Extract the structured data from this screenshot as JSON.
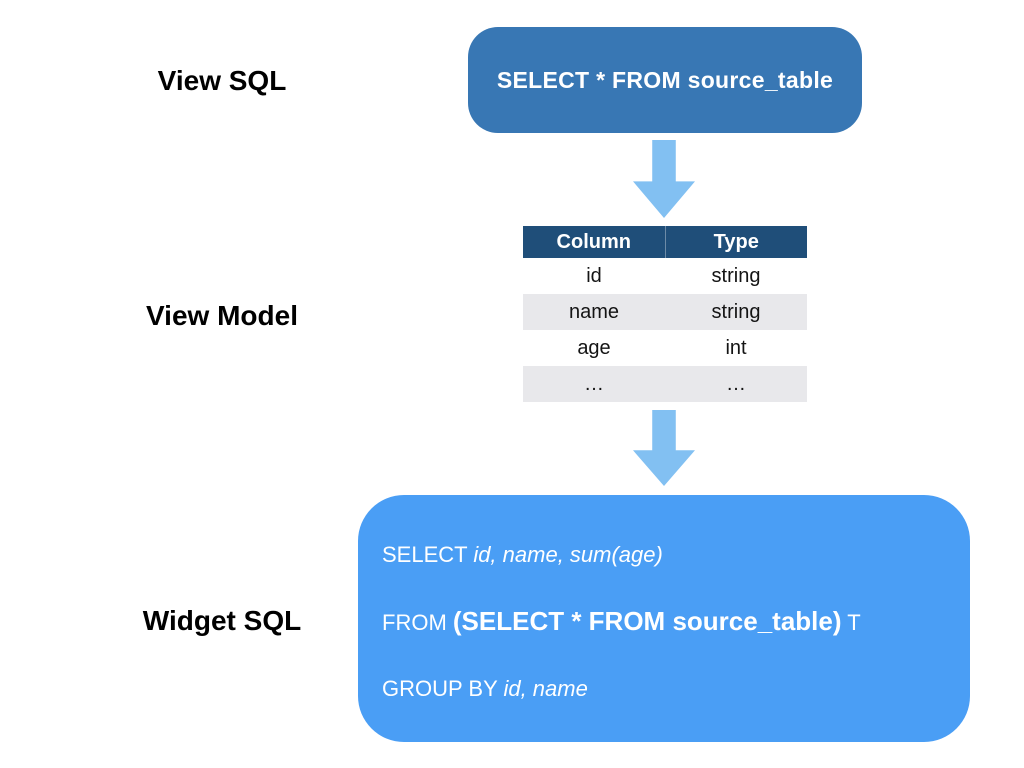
{
  "labels": {
    "view_sql": "View SQL",
    "view_model": "View Model",
    "widget_sql": "Widget SQL"
  },
  "view_sql_box": {
    "text": "SELECT * FROM source_table"
  },
  "view_model_table": {
    "headers": [
      "Column",
      "Type"
    ],
    "rows": [
      [
        "id",
        "string"
      ],
      [
        "name",
        "string"
      ],
      [
        "age",
        "int"
      ],
      [
        "…",
        "…"
      ]
    ]
  },
  "widget_sql_box": {
    "lines": [
      {
        "segments": [
          {
            "text": "SELECT ",
            "style": "regular"
          },
          {
            "text": "id, name, sum(age)",
            "style": "italic"
          }
        ]
      },
      {
        "segments": [
          {
            "text": "FROM ",
            "style": "regular"
          },
          {
            "text": "(SELECT * FROM source_table)",
            "style": "bold-large"
          },
          {
            "text": " T",
            "style": "regular"
          }
        ]
      },
      {
        "segments": [
          {
            "text": "GROUP BY ",
            "style": "regular"
          },
          {
            "text": "id, name",
            "style": "italic"
          }
        ]
      }
    ]
  },
  "icons": {
    "down_arrow": "block-down-arrow"
  },
  "colors": {
    "view_sql_box_bg": "#3877b4",
    "widget_sql_box_bg": "#4a9ef5",
    "arrow": "#82c0f2",
    "table_header_bg": "#1f4e79",
    "table_row_alt_bg": "#e8e8eb",
    "text_on_blue": "#ffffff",
    "label_text": "#000000"
  }
}
